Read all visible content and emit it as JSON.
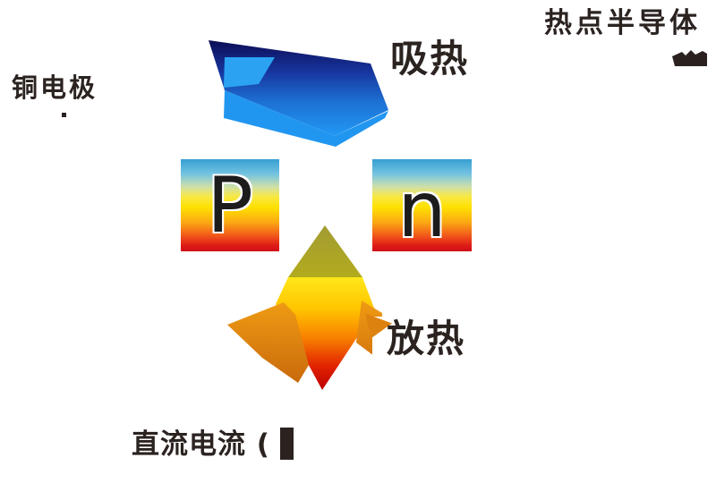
{
  "figure": {
    "labels": {
      "copper_electrode": "铜电极",
      "thermoelectric_semiconductor": "热点半导体",
      "heat_absorb": "吸热",
      "heat_release": "放热",
      "dc_current": "直流电流 (",
      "p_box": "P",
      "n_box": "n"
    },
    "colors": {
      "background": "#ffffff",
      "text": "#2b2320",
      "blue_arrow_dark": "#0d0d55",
      "blue_arrow_bright": "#2196f3",
      "box_top_blue": "#369fd2",
      "box_yellow": "#ffe100",
      "box_bottom_red": "#cf1018",
      "cone_olive": "#a8a12b",
      "wing_orange": "#e8921a",
      "arrow_bottom_red": "#bd0000"
    }
  }
}
